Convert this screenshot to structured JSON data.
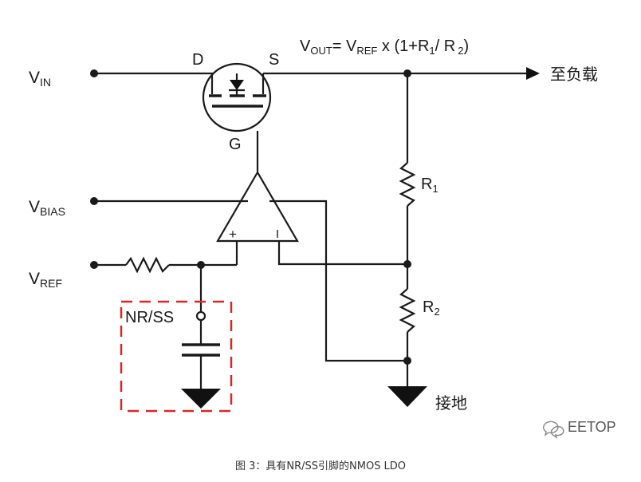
{
  "formula": {
    "v": "V",
    "out_sub": "OUT",
    "eq": "= V",
    "ref_sub": "REF",
    "mid": " x (1+R",
    "r1_sub": "1",
    "mid2": "/ R",
    "r2_sub": "2",
    "end": ")"
  },
  "inputs": {
    "vin": {
      "main": "V",
      "sub": "IN"
    },
    "vbias": {
      "main": "V",
      "sub": "BIAS"
    },
    "vref": {
      "main": "V",
      "sub": "REF"
    }
  },
  "mosfet": {
    "drain": "D",
    "source": "S",
    "gate": "G"
  },
  "opamp": {
    "plus": "+",
    "minus": "I"
  },
  "resistors": {
    "r1": {
      "main": "R",
      "sub": "1"
    },
    "r2": {
      "main": "R",
      "sub": "2"
    }
  },
  "nr_ss": "NR/SS",
  "to_load": "至负载",
  "ground": "接地",
  "watermark": "EETOP",
  "caption": "图 3：具有NR/SS引脚的NMOS LDO",
  "colors": {
    "wire": "#1a1a1a",
    "highlight": "#d62828"
  }
}
